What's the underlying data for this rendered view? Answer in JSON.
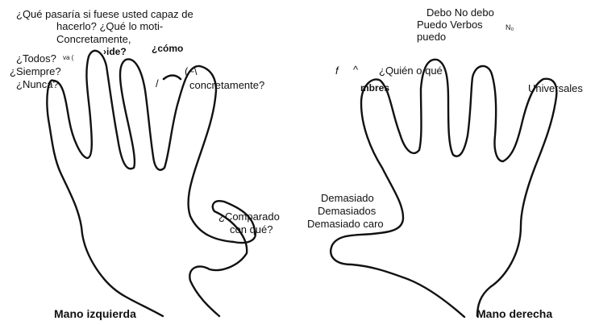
{
  "left_hand": {
    "caption": "Mano izquierda",
    "q_what_line1": "¿Qué pasaría si fuese usted capaz de",
    "q_what_line2": "hacerlo? ¿Qué lo moti-",
    "q_concretely": "Concretamente,",
    "q_va": "va (",
    "q_pide": "›ide?",
    "q_como": "¿cómo",
    "q_todos": "¿Todos?",
    "q_siempre": "¿Siempre?",
    "q_nunca": "¿Nunca?",
    "q_tilde": "(~\\",
    "q_slash": "/",
    "q_concretamente": "concretamente?",
    "q_comparado_1": "¿Comparado",
    "q_comparado_2": "con qué?"
  },
  "right_hand": {
    "caption": "Mano derecha",
    "modal_line1": "Debo No debo",
    "modal_line2": "Puedo Verbos",
    "modal_no": "N₀",
    "modal_line3": "puedo",
    "f_mark": "f",
    "caret_mark": "^",
    "quien": "¿Quién o qué",
    "nombres": "mbres",
    "universales": "Universales",
    "demasiado_1": "Demasiado",
    "demasiado_2": "Demasiados",
    "demasiado_3": "Demasiado caro"
  },
  "colors": {
    "ink": "#111111",
    "background": "#ffffff"
  }
}
